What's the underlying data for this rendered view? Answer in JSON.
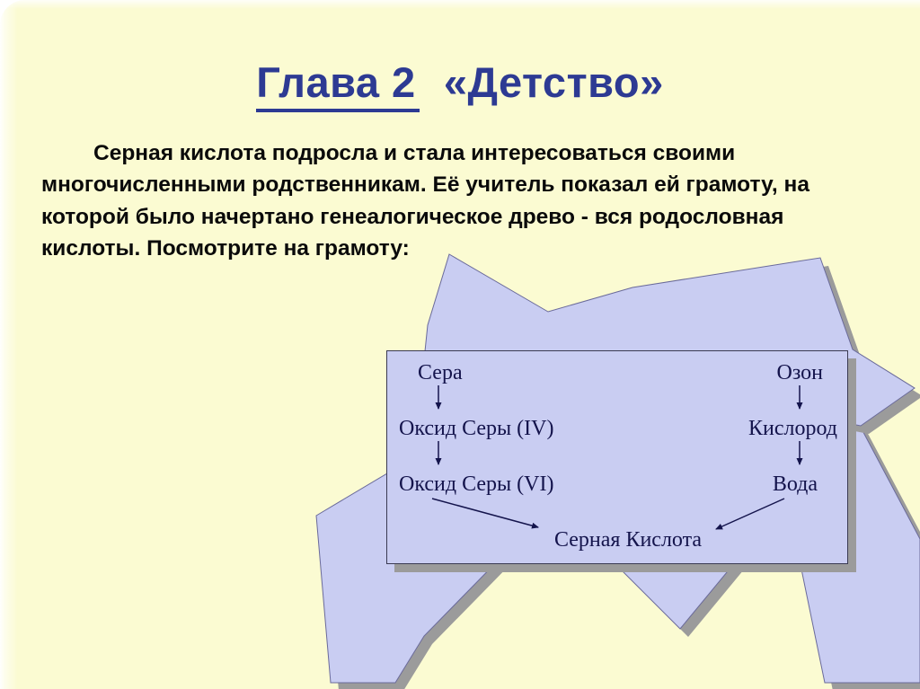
{
  "slide": {
    "title_underlined": "Глава 2",
    "title_rest": "  «Детство»",
    "paragraph": "Серная кислота подросла и стала интересоваться своими многочисленными родственникам. Её учитель показал ей грамоту, на которой было начертано генеалогическое древо - вся родословная кислоты. Посмотрите на грамоту:"
  },
  "diagram": {
    "left_chain": [
      "Сера",
      "Оксид Серы (IV)",
      "Оксид Серы (VI)"
    ],
    "right_chain": [
      "Озон",
      "Кислород",
      "Вода"
    ],
    "result": "Серная Кислота",
    "relations": [
      "Сера → Оксид Серы (IV)",
      "Оксид Серы (IV) → Оксид Серы (VI)",
      "Оксид Серы (VI) → Серная Кислота",
      "Озон → Кислород",
      "Кислород → Вода",
      "Вода → Серная Кислота"
    ]
  },
  "colors": {
    "background": "#fbfbd2",
    "title": "#2d3a93",
    "body_text": "#0a0a0a",
    "shape_fill": "#c9cdf2",
    "shape_shadow": "#9b9b9b",
    "diagram_text": "#14144c"
  }
}
